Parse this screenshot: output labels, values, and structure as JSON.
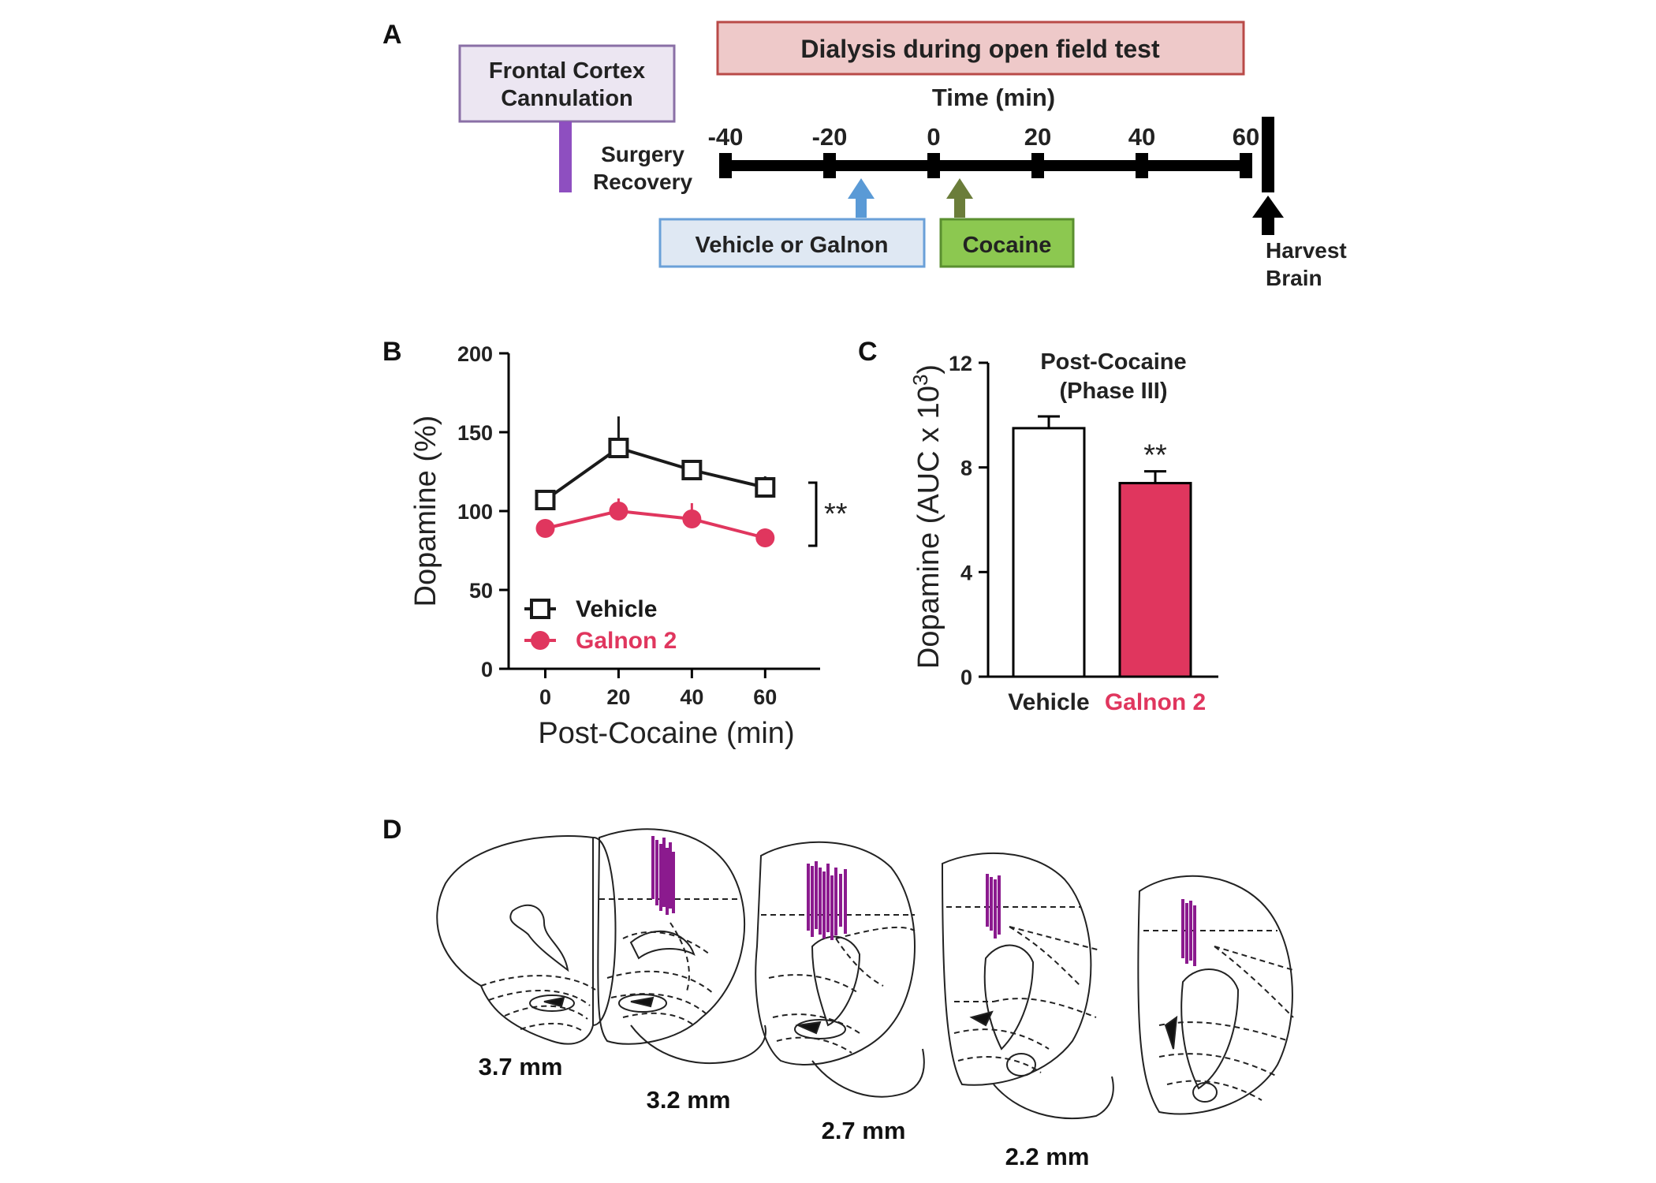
{
  "panels": {
    "a": "A",
    "b": "B",
    "c": "C",
    "d": "D"
  },
  "timeline": {
    "cannulation_box": [
      "Frontal Cortex",
      "Cannulation"
    ],
    "dialysis_box": "Dialysis during open field test",
    "time_title": "Time (min)",
    "ticks": [
      "-40",
      "-20",
      "0",
      "20",
      "40",
      "60"
    ],
    "surgery_recovery": [
      "Surgery",
      "Recovery"
    ],
    "vehicle_galnon_box": "Vehicle or Galnon",
    "cocaine_box": "Cocaine",
    "harvest": [
      "Harvest",
      "Brain"
    ],
    "colors": {
      "cannulation_fill": "#ece6f2",
      "cannulation_stroke": "#8a6fa6",
      "cannulation_bar": "#8e4fc0",
      "dialysis_fill": "#eec9c9",
      "dialysis_stroke": "#b94a48",
      "vehicle_fill": "#dfe8f3",
      "vehicle_stroke": "#6aa0d8",
      "vehicle_arrow": "#5a9ad6",
      "cocaine_fill": "#8cc850",
      "cocaine_stroke": "#5a8f2f",
      "cocaine_arrow": "#6b7d3a"
    }
  },
  "chart_data": [
    {
      "type": "line",
      "panel": "B",
      "xlabel": "Post-Cocaine (min)",
      "ylabel": "Dopamine (%)",
      "x": [
        0,
        20,
        40,
        60
      ],
      "xticks": [
        "0",
        "20",
        "40",
        "60"
      ],
      "yticks": [
        "0",
        "50",
        "100",
        "150",
        "200"
      ],
      "ylim": [
        0,
        200
      ],
      "series": [
        {
          "name": "Vehicle",
          "values": [
            107,
            140,
            126,
            115
          ],
          "errors": [
            5,
            20,
            6,
            7
          ],
          "color": "#1a1a1a",
          "marker": "square-open"
        },
        {
          "name": "Galnon 2",
          "values": [
            89,
            100,
            95,
            83
          ],
          "errors": [
            5,
            8,
            10,
            6
          ],
          "color": "#e0365e",
          "marker": "circle-filled"
        }
      ],
      "significance": "**"
    },
    {
      "type": "bar",
      "panel": "C",
      "title": [
        "Post-Cocaine",
        "(Phase III)"
      ],
      "ylabel": "Dopamine (AUC x 10",
      "ylabel_sup": "3",
      "ylabel_close": ")",
      "categories": [
        "Vehicle",
        "Galnon 2"
      ],
      "values": [
        9.5,
        7.4
      ],
      "errors": [
        0.45,
        0.45
      ],
      "colors": [
        "#ffffff",
        "#e0365e"
      ],
      "yticks": [
        "0",
        "4",
        "8",
        "12"
      ],
      "ylim": [
        0,
        12
      ],
      "significance": "**"
    }
  ],
  "panel_d": {
    "labels": [
      "3.7 mm",
      "3.2 mm",
      "2.7 mm",
      "2.2 mm"
    ],
    "placement_color": "#8b1a8e"
  }
}
